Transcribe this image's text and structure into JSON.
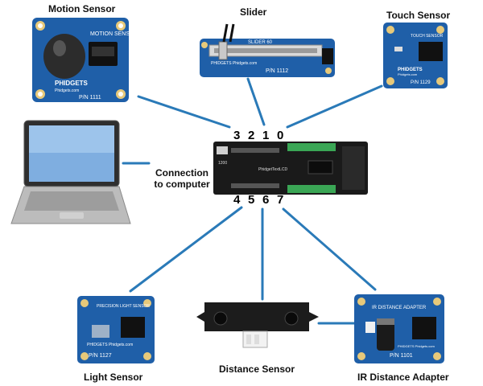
{
  "labels": {
    "motion": "Motion Sensor",
    "slider": "Slider",
    "touch": "Touch Sensor",
    "connection_line1": "Connection",
    "connection_line2": "to computer",
    "light": "Light Sensor",
    "distance": "Distance Sensor",
    "ir_adapter": "IR Distance Adapter"
  },
  "ports_top": [
    "3",
    "2",
    "1",
    "0"
  ],
  "ports_bottom": [
    "4",
    "5",
    "6",
    "7"
  ],
  "board_text": {
    "motion_title": "MOTION SENSOR",
    "motion_brand": "PHIDGETS",
    "motion_url": "Phidgets.com",
    "motion_pn": "P/N 1111",
    "slider_title": "SLIDER 60",
    "slider_brand": "PHIDGETS Phidgets.com",
    "slider_pn": "P/N 1112",
    "touch_title": "TOUCH SENSOR",
    "touch_brand": "PHIDGETS",
    "touch_url": "Phidgets.com",
    "touch_pn": "P/N 1129",
    "light_title": "PRECISION LIGHT SENSOR",
    "light_brand": "PHIDGETS Phidgets.com",
    "light_pn": "P/N 1127",
    "ir_title": "IR DISTANCE ADAPTER",
    "ir_brand": "PHIDGETS Phidgets.com",
    "ir_pn": "P/N 1101",
    "hub_text": "PhidgetTextLCD",
    "hub_model": "1200"
  },
  "colors": {
    "wire": "#2a7ab8",
    "board": "#1f5fa8",
    "board_dark": "#16477e",
    "hub": "#1a1a1a",
    "terminal": "#3aa655"
  }
}
